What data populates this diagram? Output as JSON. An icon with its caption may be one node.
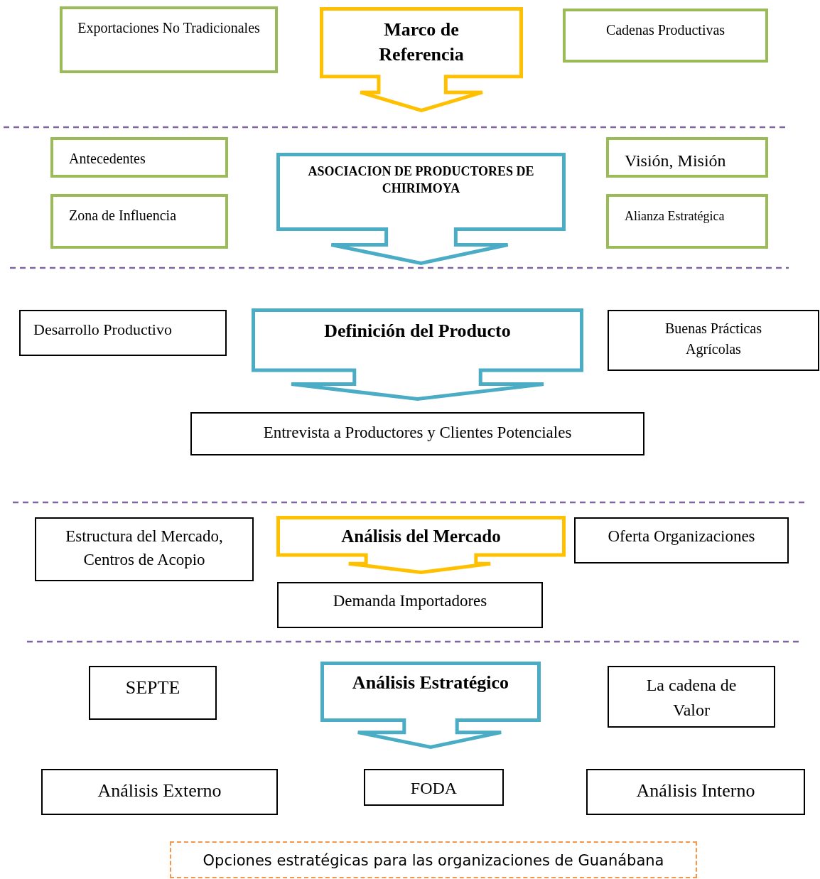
{
  "diagram": {
    "nodes": [
      {
        "text": [
          "Exportaciones No Tradicionales"
        ]
      },
      {
        "text": [
          "Marco de Referencia"
        ]
      },
      {
        "text": [
          "Cadenas Productivas"
        ]
      },
      {
        "text": [
          "Antecedentes"
        ]
      },
      {
        "text": [
          "ASOCIACION DE PRODUCTORES DE CHIRIMOYA"
        ]
      },
      {
        "text": [
          "Visión, Misión"
        ]
      },
      {
        "text": [
          "Zona de Influencia"
        ]
      },
      {
        "text": [
          "Alianza Estratégica"
        ]
      },
      {
        "text": [
          "Desarrollo Productivo"
        ]
      },
      {
        "text": [
          "Definición del Producto"
        ]
      },
      {
        "text": [
          "Buenas Prácticas Agrícolas"
        ]
      },
      {
        "text": [
          "Entrevista a Productores y Clientes Potenciales"
        ]
      },
      {
        "text": [
          "Estructura del Mercado, Centros de Acopio"
        ]
      },
      {
        "text": [
          "Análisis del Mercado"
        ]
      },
      {
        "text": [
          "Oferta Organizaciones"
        ]
      },
      {
        "text": [
          "Demanda Importadores"
        ]
      },
      {
        "text": [
          "SEPTE"
        ]
      },
      {
        "text": [
          "Análisis Estratégico"
        ]
      },
      {
        "text": [
          "La cadena de Valor"
        ]
      },
      {
        "text": [
          "Análisis Externo"
        ]
      },
      {
        "text": [
          "FODA"
        ]
      },
      {
        "text": [
          "Análisis Interno"
        ]
      },
      {
        "text": [
          "Opciones estratégicas para las organizaciones de Guanábana"
        ]
      }
    ]
  }
}
